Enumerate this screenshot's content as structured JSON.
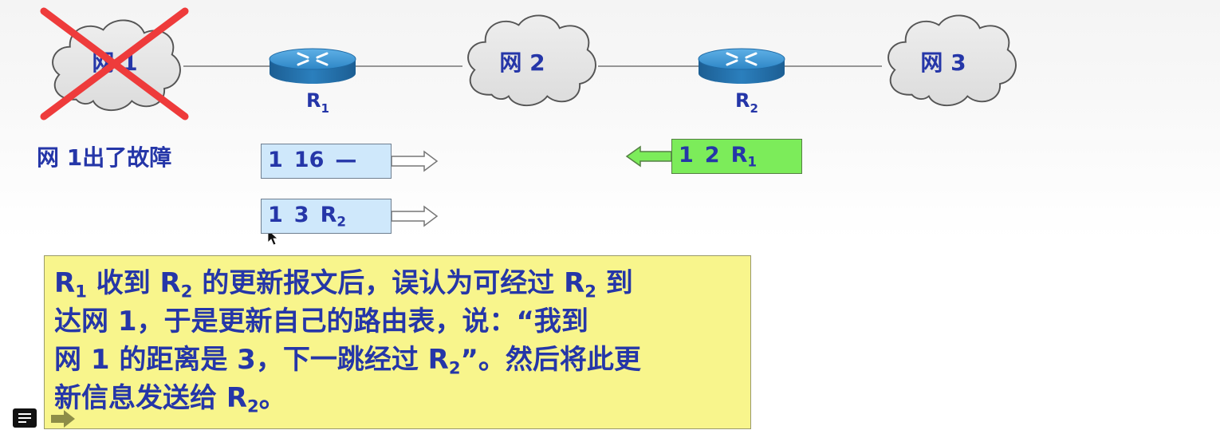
{
  "network": {
    "net1_label": "网 1",
    "net2_label": "网 2",
    "net3_label": "网 3",
    "r1_name": "R",
    "r1_sub": "1",
    "r2_name": "R",
    "r2_sub": "2"
  },
  "fault_text": "网 1出了故障",
  "route_updates": {
    "r1_old": {
      "dest": "1",
      "dist": "16",
      "next": "—"
    },
    "r1_new": {
      "dest": "1",
      "dist": "3",
      "next": "R",
      "next_sub": "2"
    },
    "r2_entry": {
      "dest": "1",
      "dist": "2",
      "next": "R",
      "next_sub": "1"
    }
  },
  "callout": {
    "l1a": "R",
    "l1b": "1",
    "l1c": " 收到 R",
    "l1d": "2",
    "l1e": " 的更新报文后，误认为可经过 R",
    "l1f": "2",
    "l1g": " 到",
    "l2": "达网 1，于是更新自己的路由表，说：“我到",
    "l3a": "网 1 的距离是 3，下一跳经过 R",
    "l3b": "2",
    "l3c": "”。然后将此更",
    "l4a": "新信息发送给 R",
    "l4b": "2",
    "l4c": "。"
  },
  "colors": {
    "text_blue": "#2536a8",
    "route_box_blue": "#cfe8fb",
    "route_box_green": "#7cec5a",
    "callout_yellow": "#f8f58c",
    "fault_cross": "#ee3b3b",
    "router_blue": "#2f87c4"
  },
  "icons": [
    "cloud-icon",
    "router-icon",
    "cross-icon",
    "arrow-right-icon",
    "arrow-left-icon",
    "notes-icon",
    "next-slide-icon"
  ]
}
